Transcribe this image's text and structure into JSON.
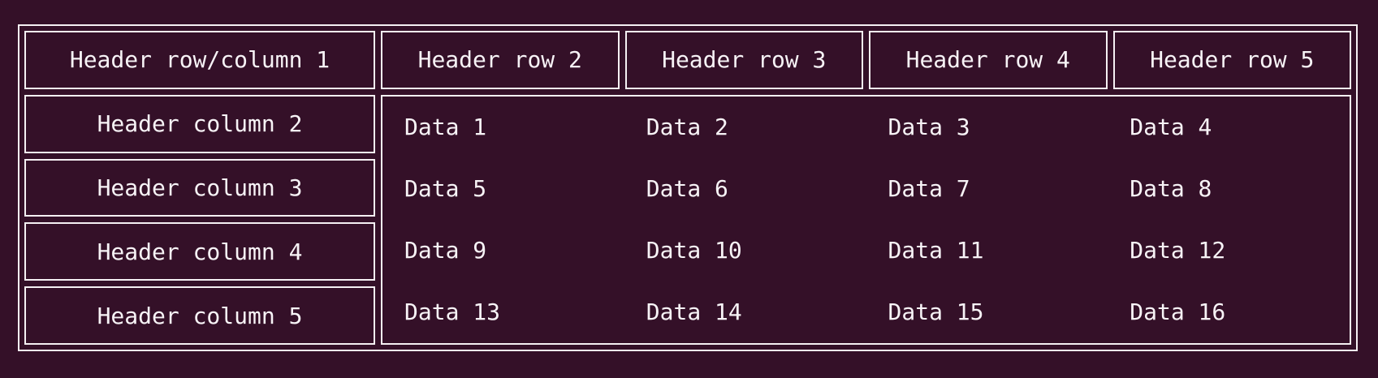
{
  "table": {
    "corner_header": "Header row/column 1",
    "top_headers": [
      "Header row 2",
      "Header row 3",
      "Header row 4",
      "Header row 5"
    ],
    "left_headers": [
      "Header column 2",
      "Header column 3",
      "Header column 4",
      "Header column 5"
    ],
    "data": [
      [
        "Data 1",
        "Data 2",
        "Data 3",
        "Data 4"
      ],
      [
        "Data 5",
        "Data 6",
        "Data 7",
        "Data 8"
      ],
      [
        "Data 9",
        "Data 10",
        "Data 11",
        "Data 12"
      ],
      [
        "Data 13",
        "Data 14",
        "Data 15",
        "Data 16"
      ]
    ]
  },
  "colors": {
    "background": "#341028",
    "border": "#f5f0f3",
    "text": "#f7f3f6"
  }
}
